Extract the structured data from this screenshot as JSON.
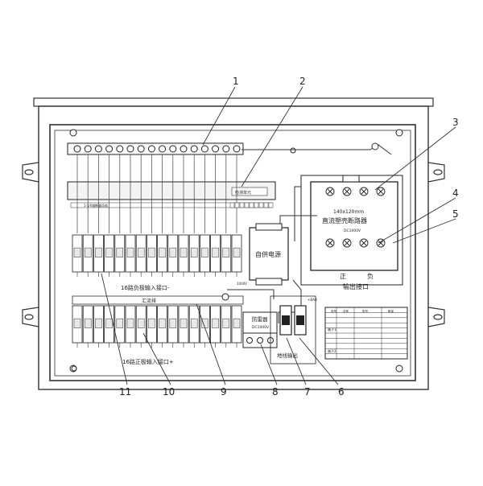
{
  "callouts": [
    "1",
    "2",
    "3",
    "4",
    "5",
    "6",
    "7",
    "8",
    "9",
    "10",
    "11"
  ],
  "labels": {
    "neg_input": "16路负极输入接口-",
    "pos_input": "16路正极输入接口+",
    "busbar": "汇流排",
    "power_supply": "自供电源",
    "breaker_size": "140x120mm",
    "breaker_name": "直流塑壳断路器",
    "breaker_rating": "DC1000V",
    "positive": "正",
    "negative": "负",
    "output_port": "输出接口",
    "surge_protector": "防雷器",
    "surge_rating": "DC1000V",
    "ground_output": "地线输出",
    "monitor_module": "检测单元",
    "fuse_rail_label": "1-5/0熔断器导轨",
    "module_small": "1000V",
    "ground_small": "+BAO"
  },
  "table": {
    "headers": [
      "序号",
      "名称",
      "型号",
      "数量"
    ],
    "row_groups": [
      "端子1",
      "端子2"
    ]
  },
  "icons": [
    "screw-icon",
    "fuse-icon",
    "arrow-icon"
  ]
}
